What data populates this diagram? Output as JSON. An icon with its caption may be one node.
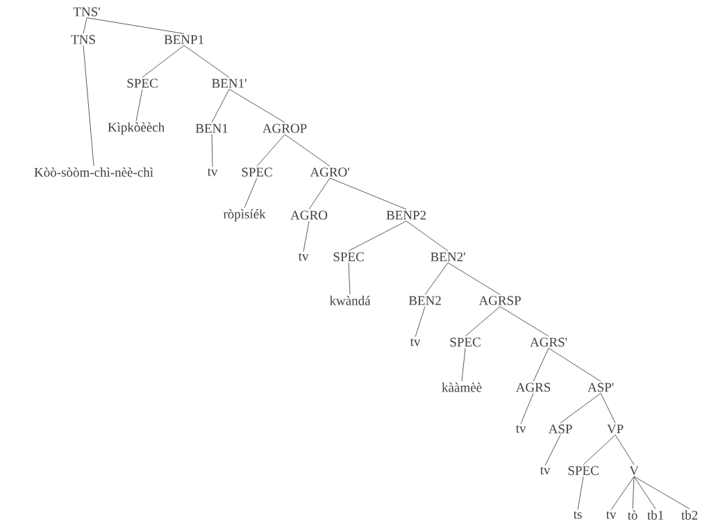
{
  "diagram": {
    "nodes": [
      {
        "text": [
          "TNS'"
        ]
      },
      {
        "text": [
          "TNS"
        ]
      },
      {
        "text": [
          "BENP1"
        ]
      },
      {
        "text": [
          "Kòò-sòòm-chì-nèè-chì"
        ]
      },
      {
        "text": [
          "SPEC"
        ]
      },
      {
        "text": [
          "BEN1'"
        ]
      },
      {
        "text": [
          "Kìpkòèèch"
        ]
      },
      {
        "text": [
          "BEN1"
        ]
      },
      {
        "text": [
          "AGROP"
        ]
      },
      {
        "text": [
          "tv"
        ]
      },
      {
        "text": [
          "SPEC"
        ]
      },
      {
        "text": [
          "AGRO'"
        ]
      },
      {
        "text": [
          "ròpìsíék"
        ]
      },
      {
        "text": [
          "AGRO"
        ]
      },
      {
        "text": [
          "BENP2"
        ]
      },
      {
        "text": [
          "tv"
        ]
      },
      {
        "text": [
          "SPEC"
        ]
      },
      {
        "text": [
          "BEN2'"
        ]
      },
      {
        "text": [
          "kwàndá"
        ]
      },
      {
        "text": [
          "BEN2"
        ]
      },
      {
        "text": [
          "AGRSP"
        ]
      },
      {
        "text": [
          "tv"
        ]
      },
      {
        "text": [
          "SPEC"
        ]
      },
      {
        "text": [
          "AGRS'"
        ]
      },
      {
        "text": [
          "kààmèè"
        ]
      },
      {
        "text": [
          "AGRS"
        ]
      },
      {
        "text": [
          "ASP'"
        ]
      },
      {
        "text": [
          "tv"
        ]
      },
      {
        "text": [
          "ASP"
        ]
      },
      {
        "text": [
          "VP"
        ]
      },
      {
        "text": [
          "tv"
        ]
      },
      {
        "text": [
          "SPEC"
        ]
      },
      {
        "text": [
          "V"
        ]
      },
      {
        "text": [
          "ts"
        ]
      },
      {
        "text": [
          "tv"
        ]
      },
      {
        "text": [
          "tò"
        ]
      },
      {
        "text": [
          "tb1"
        ]
      },
      {
        "text": [
          "tb2"
        ]
      }
    ],
    "edges": [
      {
        "from": 0,
        "to": 1,
        "arrow": "none"
      },
      {
        "from": 0,
        "to": 2,
        "arrow": "none"
      },
      {
        "from": 1,
        "to": 3,
        "arrow": "none"
      },
      {
        "from": 2,
        "to": 4,
        "arrow": "none"
      },
      {
        "from": 2,
        "to": 5,
        "arrow": "none"
      },
      {
        "from": 4,
        "to": 6,
        "arrow": "none"
      },
      {
        "from": 5,
        "to": 7,
        "arrow": "none"
      },
      {
        "from": 5,
        "to": 8,
        "arrow": "none"
      },
      {
        "from": 7,
        "to": 9,
        "arrow": "none"
      },
      {
        "from": 8,
        "to": 10,
        "arrow": "none"
      },
      {
        "from": 8,
        "to": 11,
        "arrow": "none"
      },
      {
        "from": 10,
        "to": 12,
        "arrow": "none"
      },
      {
        "from": 11,
        "to": 13,
        "arrow": "none"
      },
      {
        "from": 11,
        "to": 14,
        "arrow": "none"
      },
      {
        "from": 13,
        "to": 15,
        "arrow": "none"
      },
      {
        "from": 14,
        "to": 16,
        "arrow": "none"
      },
      {
        "from": 14,
        "to": 17,
        "arrow": "none"
      },
      {
        "from": 16,
        "to": 18,
        "arrow": "none"
      },
      {
        "from": 17,
        "to": 19,
        "arrow": "none"
      },
      {
        "from": 17,
        "to": 20,
        "arrow": "none"
      },
      {
        "from": 19,
        "to": 21,
        "arrow": "none"
      },
      {
        "from": 20,
        "to": 22,
        "arrow": "none"
      },
      {
        "from": 20,
        "to": 23,
        "arrow": "none"
      },
      {
        "from": 22,
        "to": 24,
        "arrow": "none"
      },
      {
        "from": 23,
        "to": 25,
        "arrow": "none"
      },
      {
        "from": 23,
        "to": 26,
        "arrow": "none"
      },
      {
        "from": 25,
        "to": 27,
        "arrow": "none"
      },
      {
        "from": 26,
        "to": 28,
        "arrow": "none"
      },
      {
        "from": 26,
        "to": 29,
        "arrow": "none"
      },
      {
        "from": 28,
        "to": 30,
        "arrow": "none"
      },
      {
        "from": 29,
        "to": 31,
        "arrow": "none"
      },
      {
        "from": 29,
        "to": 32,
        "arrow": "none"
      },
      {
        "from": 31,
        "to": 33,
        "arrow": "none"
      },
      {
        "from": 32,
        "to": 34,
        "arrow": "none"
      },
      {
        "from": 32,
        "to": 35,
        "arrow": "none"
      },
      {
        "from": 32,
        "to": 36,
        "arrow": "none"
      },
      {
        "from": 32,
        "to": 37,
        "arrow": "none"
      }
    ]
  }
}
